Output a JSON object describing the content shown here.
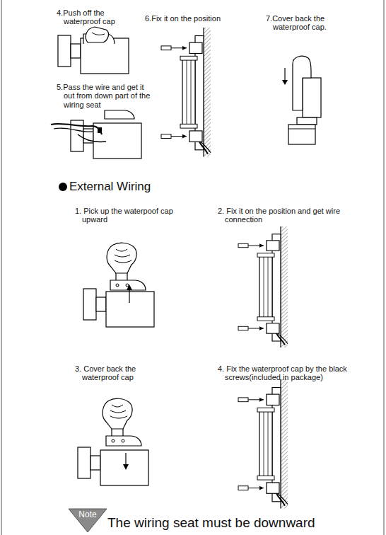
{
  "diagram": {
    "title": "External Wiring",
    "nodes": [
      {
        "text": [
          "Note"
        ]
      }
    ],
    "labels": [
      "4.Push off the waterproof cap",
      "5.Pass the wire and get it out from down part of the wiring seat",
      "6.Fix it on the position",
      "7.Cover back the waterproof cap.",
      "1. Pick up the waterpoof cap upward",
      "2. Fix it on the position and get wire connection",
      "3. Cover back the waterproof cap",
      "4. Fix the waterproof cap by the black screws(included in package)",
      "The wiring seat must be downward"
    ]
  }
}
